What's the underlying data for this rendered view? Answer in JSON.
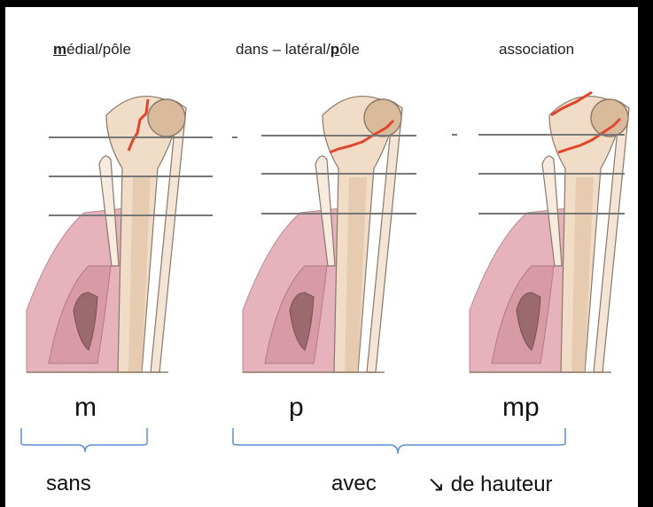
{
  "panels": [
    {
      "id": "m",
      "title_bold": "m",
      "title_rest": "édial/pôle",
      "title_prefix": "",
      "code": "m"
    },
    {
      "id": "p",
      "title_prefix": "dans – latéral/",
      "title_bold": "p",
      "title_rest": "ôle",
      "code": "p"
    },
    {
      "id": "mp",
      "title_prefix": "association",
      "title_bold": "",
      "title_rest": "",
      "code": "mp"
    }
  ],
  "groups": {
    "without": "sans",
    "with": "avec",
    "height_note": "↘ de hauteur"
  },
  "colors": {
    "bone": "#f1dcc7",
    "bone_shadow": "#e2c3a8",
    "fracture": "#e0462c",
    "soft_tissue": "#e6b2bc",
    "soft_tissue_dark": "#c98b98",
    "line": "#777777",
    "brace": "#5a8fd0",
    "frame": "#000000"
  }
}
